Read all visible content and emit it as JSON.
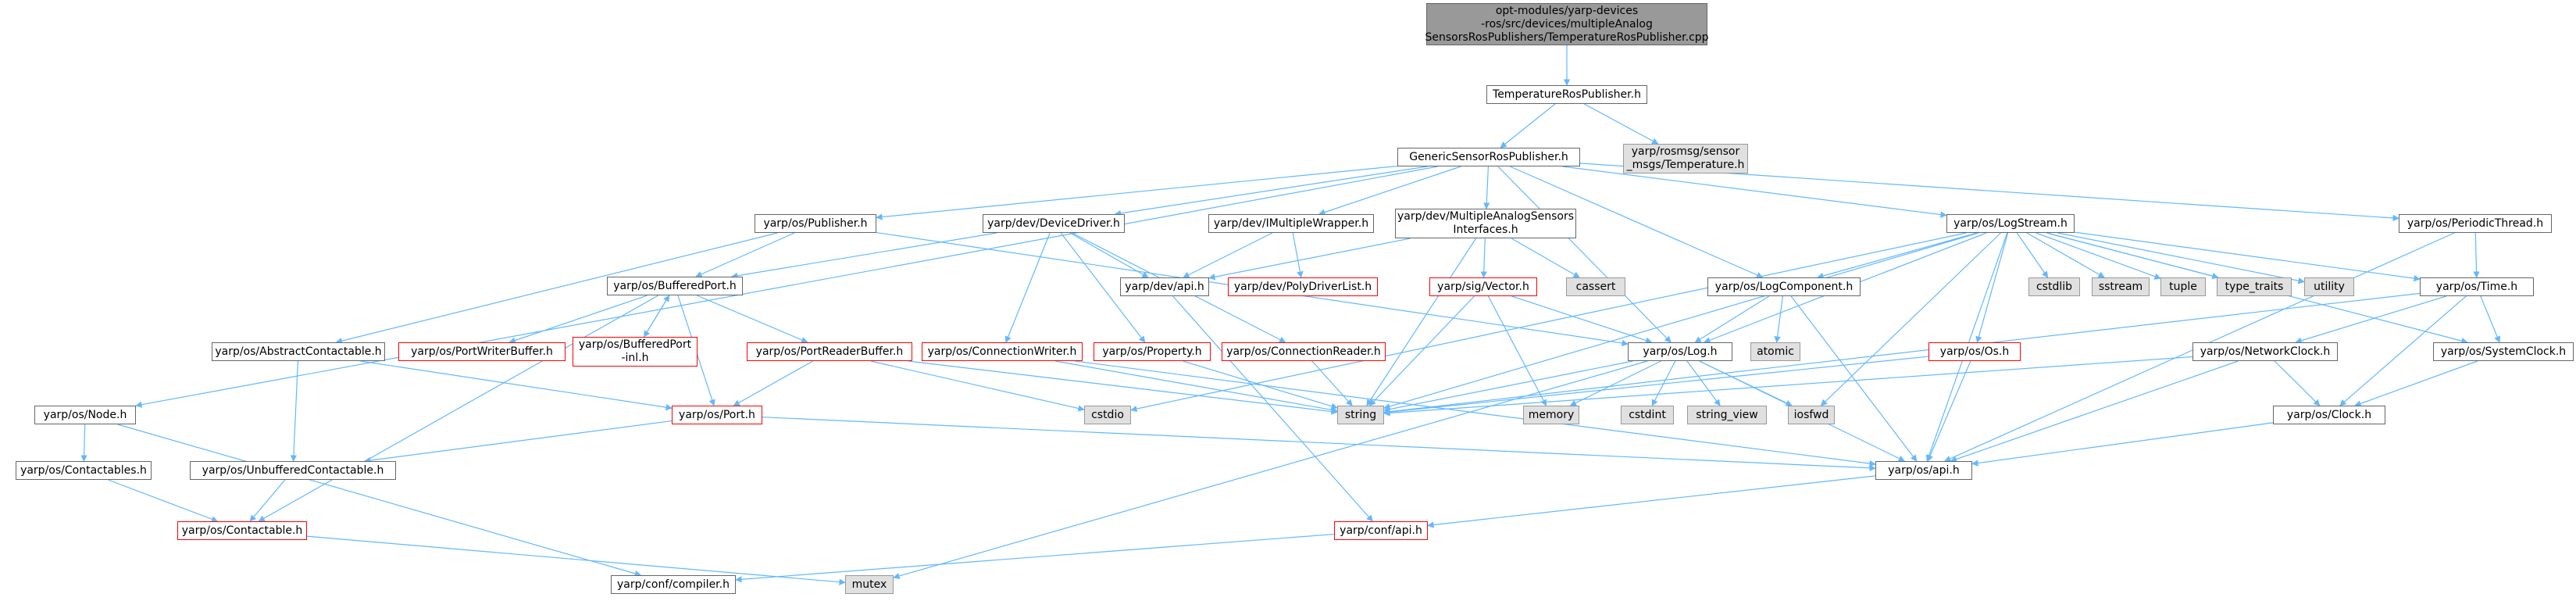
{
  "colors": {
    "edge": "#63b8ff",
    "root_fill": "#999999",
    "external_fill": "#e0e0e0",
    "truncated_border": "#ff0000",
    "normal_border": "#666666"
  },
  "nodes": {
    "root": "opt-modules/yarp-devices\n-ros/src/devices/multipleAnalog\nSensorsRosPublishers/TemperatureRosPublisher.cpp",
    "temperature_ros_publisher": "TemperatureRosPublisher.h",
    "rosmsg_temperature": "yarp/rosmsg/sensor\n_msgs/Temperature.h",
    "generic_sensor_ros_publisher": "GenericSensorRosPublisher.h",
    "publisher": "yarp/os/Publisher.h",
    "device_driver": "yarp/dev/DeviceDriver.h",
    "imultiple_wrapper": "yarp/dev/IMultipleWrapper.h",
    "multiple_analog_sensors": "yarp/dev/MultipleAnalogSensors\nInterfaces.h",
    "log_stream": "yarp/os/LogStream.h",
    "periodic_thread": "yarp/os/PeriodicThread.h",
    "buffered_port": "yarp/os/BufferedPort.h",
    "dev_api": "yarp/dev/api.h",
    "poly_driver_list": "yarp/dev/PolyDriverList.h",
    "sig_vector": "yarp/sig/Vector.h",
    "cassert": "cassert",
    "log_component": "yarp/os/LogComponent.h",
    "cstdlib": "cstdlib",
    "sstream": "sstream",
    "tuple": "tuple",
    "type_traits": "type_traits",
    "utility": "utility",
    "time": "yarp/os/Time.h",
    "abstract_contactable": "yarp/os/AbstractContactable.h",
    "port_writer_buffer": "yarp/os/PortWriterBuffer.h",
    "buffered_port_inl": "yarp/os/BufferedPort\n-inl.h",
    "port_reader_buffer": "yarp/os/PortReaderBuffer.h",
    "connection_writer": "yarp/os/ConnectionWriter.h",
    "property": "yarp/os/Property.h",
    "connection_reader": "yarp/os/ConnectionReader.h",
    "log": "yarp/os/Log.h",
    "atomic": "atomic",
    "os_os": "yarp/os/Os.h",
    "network_clock": "yarp/os/NetworkClock.h",
    "system_clock": "yarp/os/SystemClock.h",
    "node": "yarp/os/Node.h",
    "port": "yarp/os/Port.h",
    "cstdio": "cstdio",
    "string": "string",
    "memory": "memory",
    "cstdint": "cstdint",
    "string_view": "string_view",
    "iosfwd": "iosfwd",
    "clock": "yarp/os/Clock.h",
    "contactables": "yarp/os/Contactables.h",
    "unbuffered_contactable": "yarp/os/UnbufferedContactable.h",
    "os_api": "yarp/os/api.h",
    "contactable": "yarp/os/Contactable.h",
    "conf_api": "yarp/conf/api.h",
    "compiler": "yarp/conf/compiler.h",
    "mutex": "mutex"
  }
}
